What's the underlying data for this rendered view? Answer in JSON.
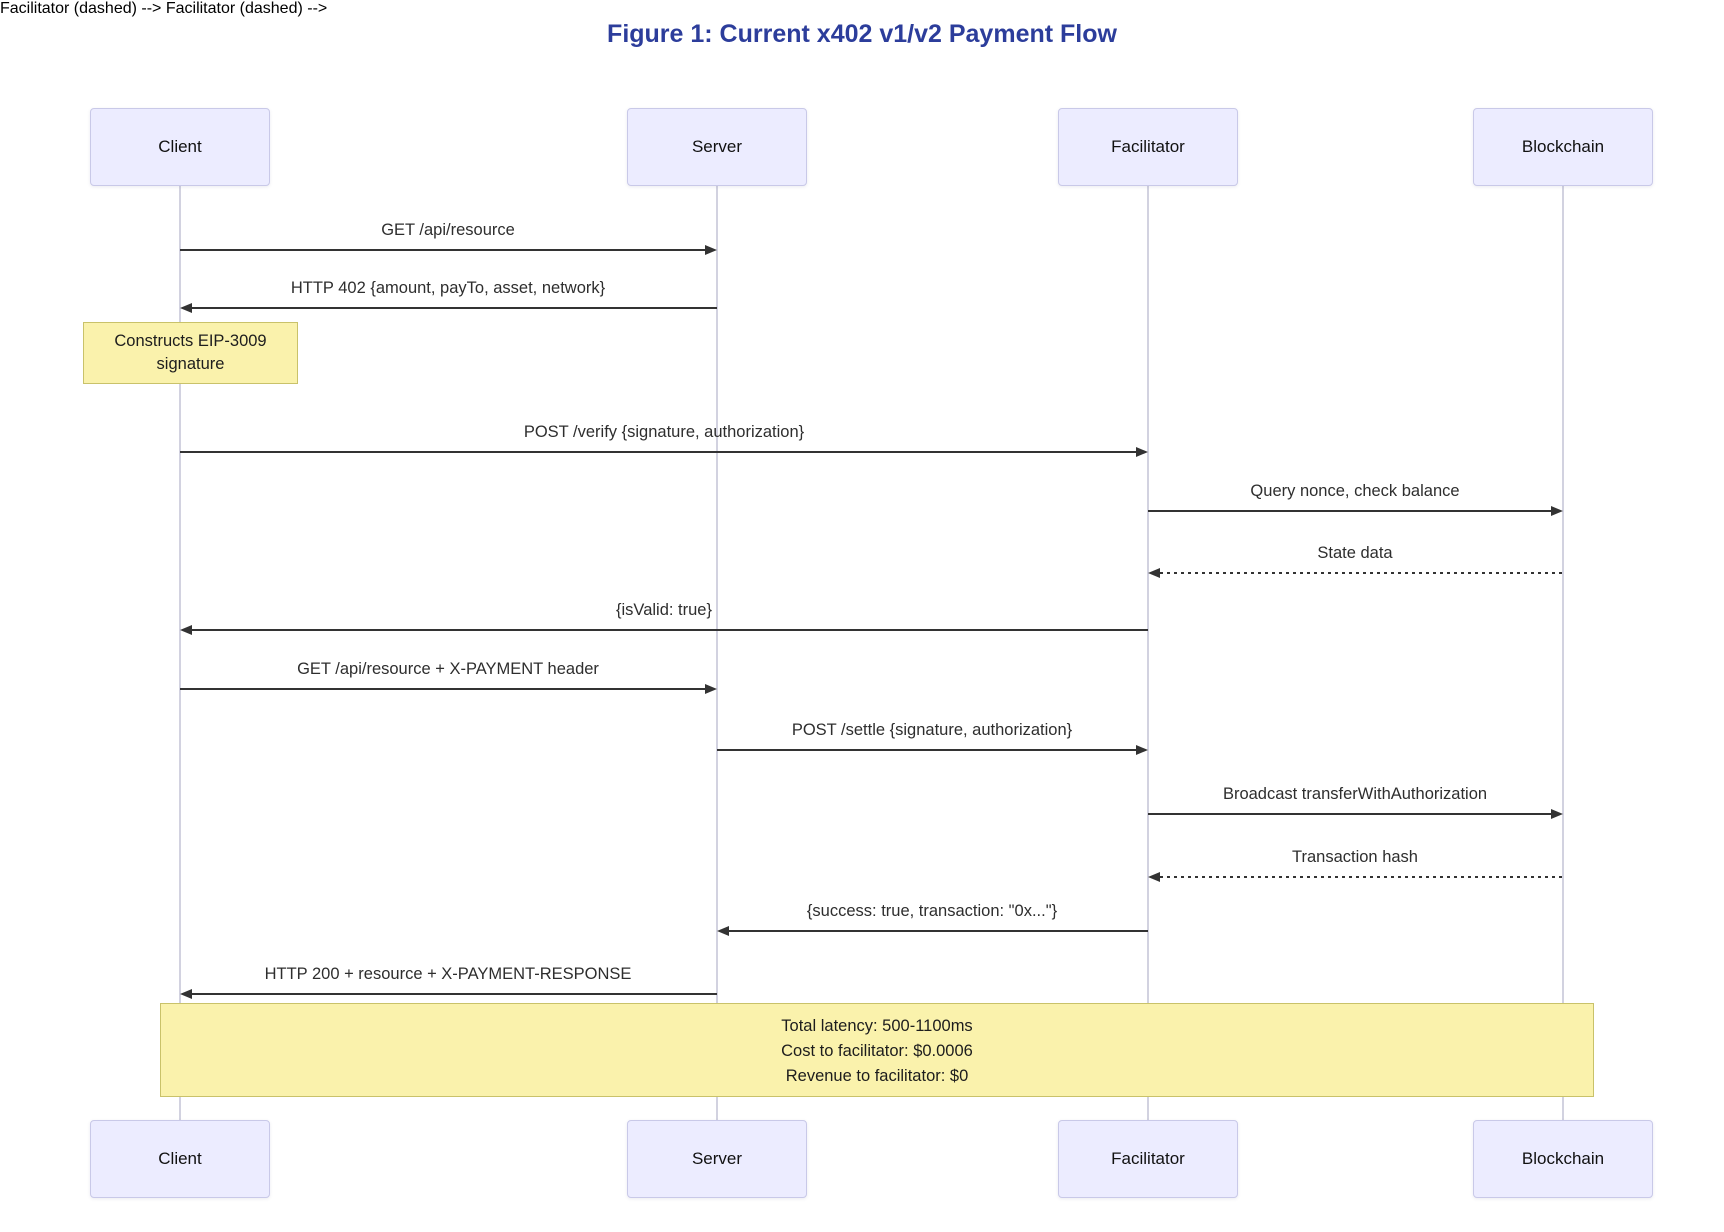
{
  "title": "Figure 1: Current x402 v1/v2 Payment Flow",
  "diagram_type": "sequence-diagram",
  "actors": {
    "top": [
      "Client",
      "Server",
      "Facilitator",
      "Blockchain"
    ],
    "bottom": [
      "Client",
      "Server",
      "Facilitator",
      "Blockchain"
    ]
  },
  "messages": [
    {
      "from": "Client",
      "to": "Server",
      "line": "solid",
      "label": "GET /api/resource"
    },
    {
      "from": "Server",
      "to": "Client",
      "line": "solid",
      "label": "HTTP 402 {amount, payTo, asset, network}"
    },
    {
      "from": "Client",
      "to": "Facilitator",
      "line": "solid",
      "label": "POST /verify {signature, authorization}"
    },
    {
      "from": "Facilitator",
      "to": "Blockchain",
      "line": "solid",
      "label": "Query nonce, check balance"
    },
    {
      "from": "Blockchain",
      "to": "Facilitator",
      "line": "dashed",
      "label": "State data"
    },
    {
      "from": "Facilitator",
      "to": "Client",
      "line": "solid",
      "label": "{isValid: true}"
    },
    {
      "from": "Client",
      "to": "Server",
      "line": "solid",
      "label": "GET /api/resource + X-PAYMENT header"
    },
    {
      "from": "Server",
      "to": "Facilitator",
      "line": "solid",
      "label": "POST /settle {signature, authorization}"
    },
    {
      "from": "Facilitator",
      "to": "Blockchain",
      "line": "solid",
      "label": "Broadcast transferWithAuthorization"
    },
    {
      "from": "Blockchain",
      "to": "Facilitator",
      "line": "dashed",
      "label": "Transaction hash"
    },
    {
      "from": "Facilitator",
      "to": "Server",
      "line": "solid",
      "label": "{success: true, transaction: \"0x...\"}"
    },
    {
      "from": "Server",
      "to": "Client",
      "line": "solid",
      "label": "HTTP 200 + resource + X-PAYMENT-RESPONSE"
    }
  ],
  "notes": [
    {
      "over": "Client",
      "lines": [
        "Constructs EIP-3009",
        "signature"
      ]
    },
    {
      "over": "Client, Server, Facilitator, Blockchain",
      "lines": [
        "Total latency: 500-1100ms",
        "Cost to facilitator: $0.0006",
        "Revenue to facilitator: $0"
      ]
    }
  ],
  "colors": {
    "title": "#2C3D9B",
    "actor_fill": "#ECECFF",
    "actor_border": "#C9C9E8",
    "note_fill": "#FAF2AC",
    "note_border": "#C9C26A",
    "message_line": "#333333",
    "lifeline": "#D2D2E0"
  }
}
